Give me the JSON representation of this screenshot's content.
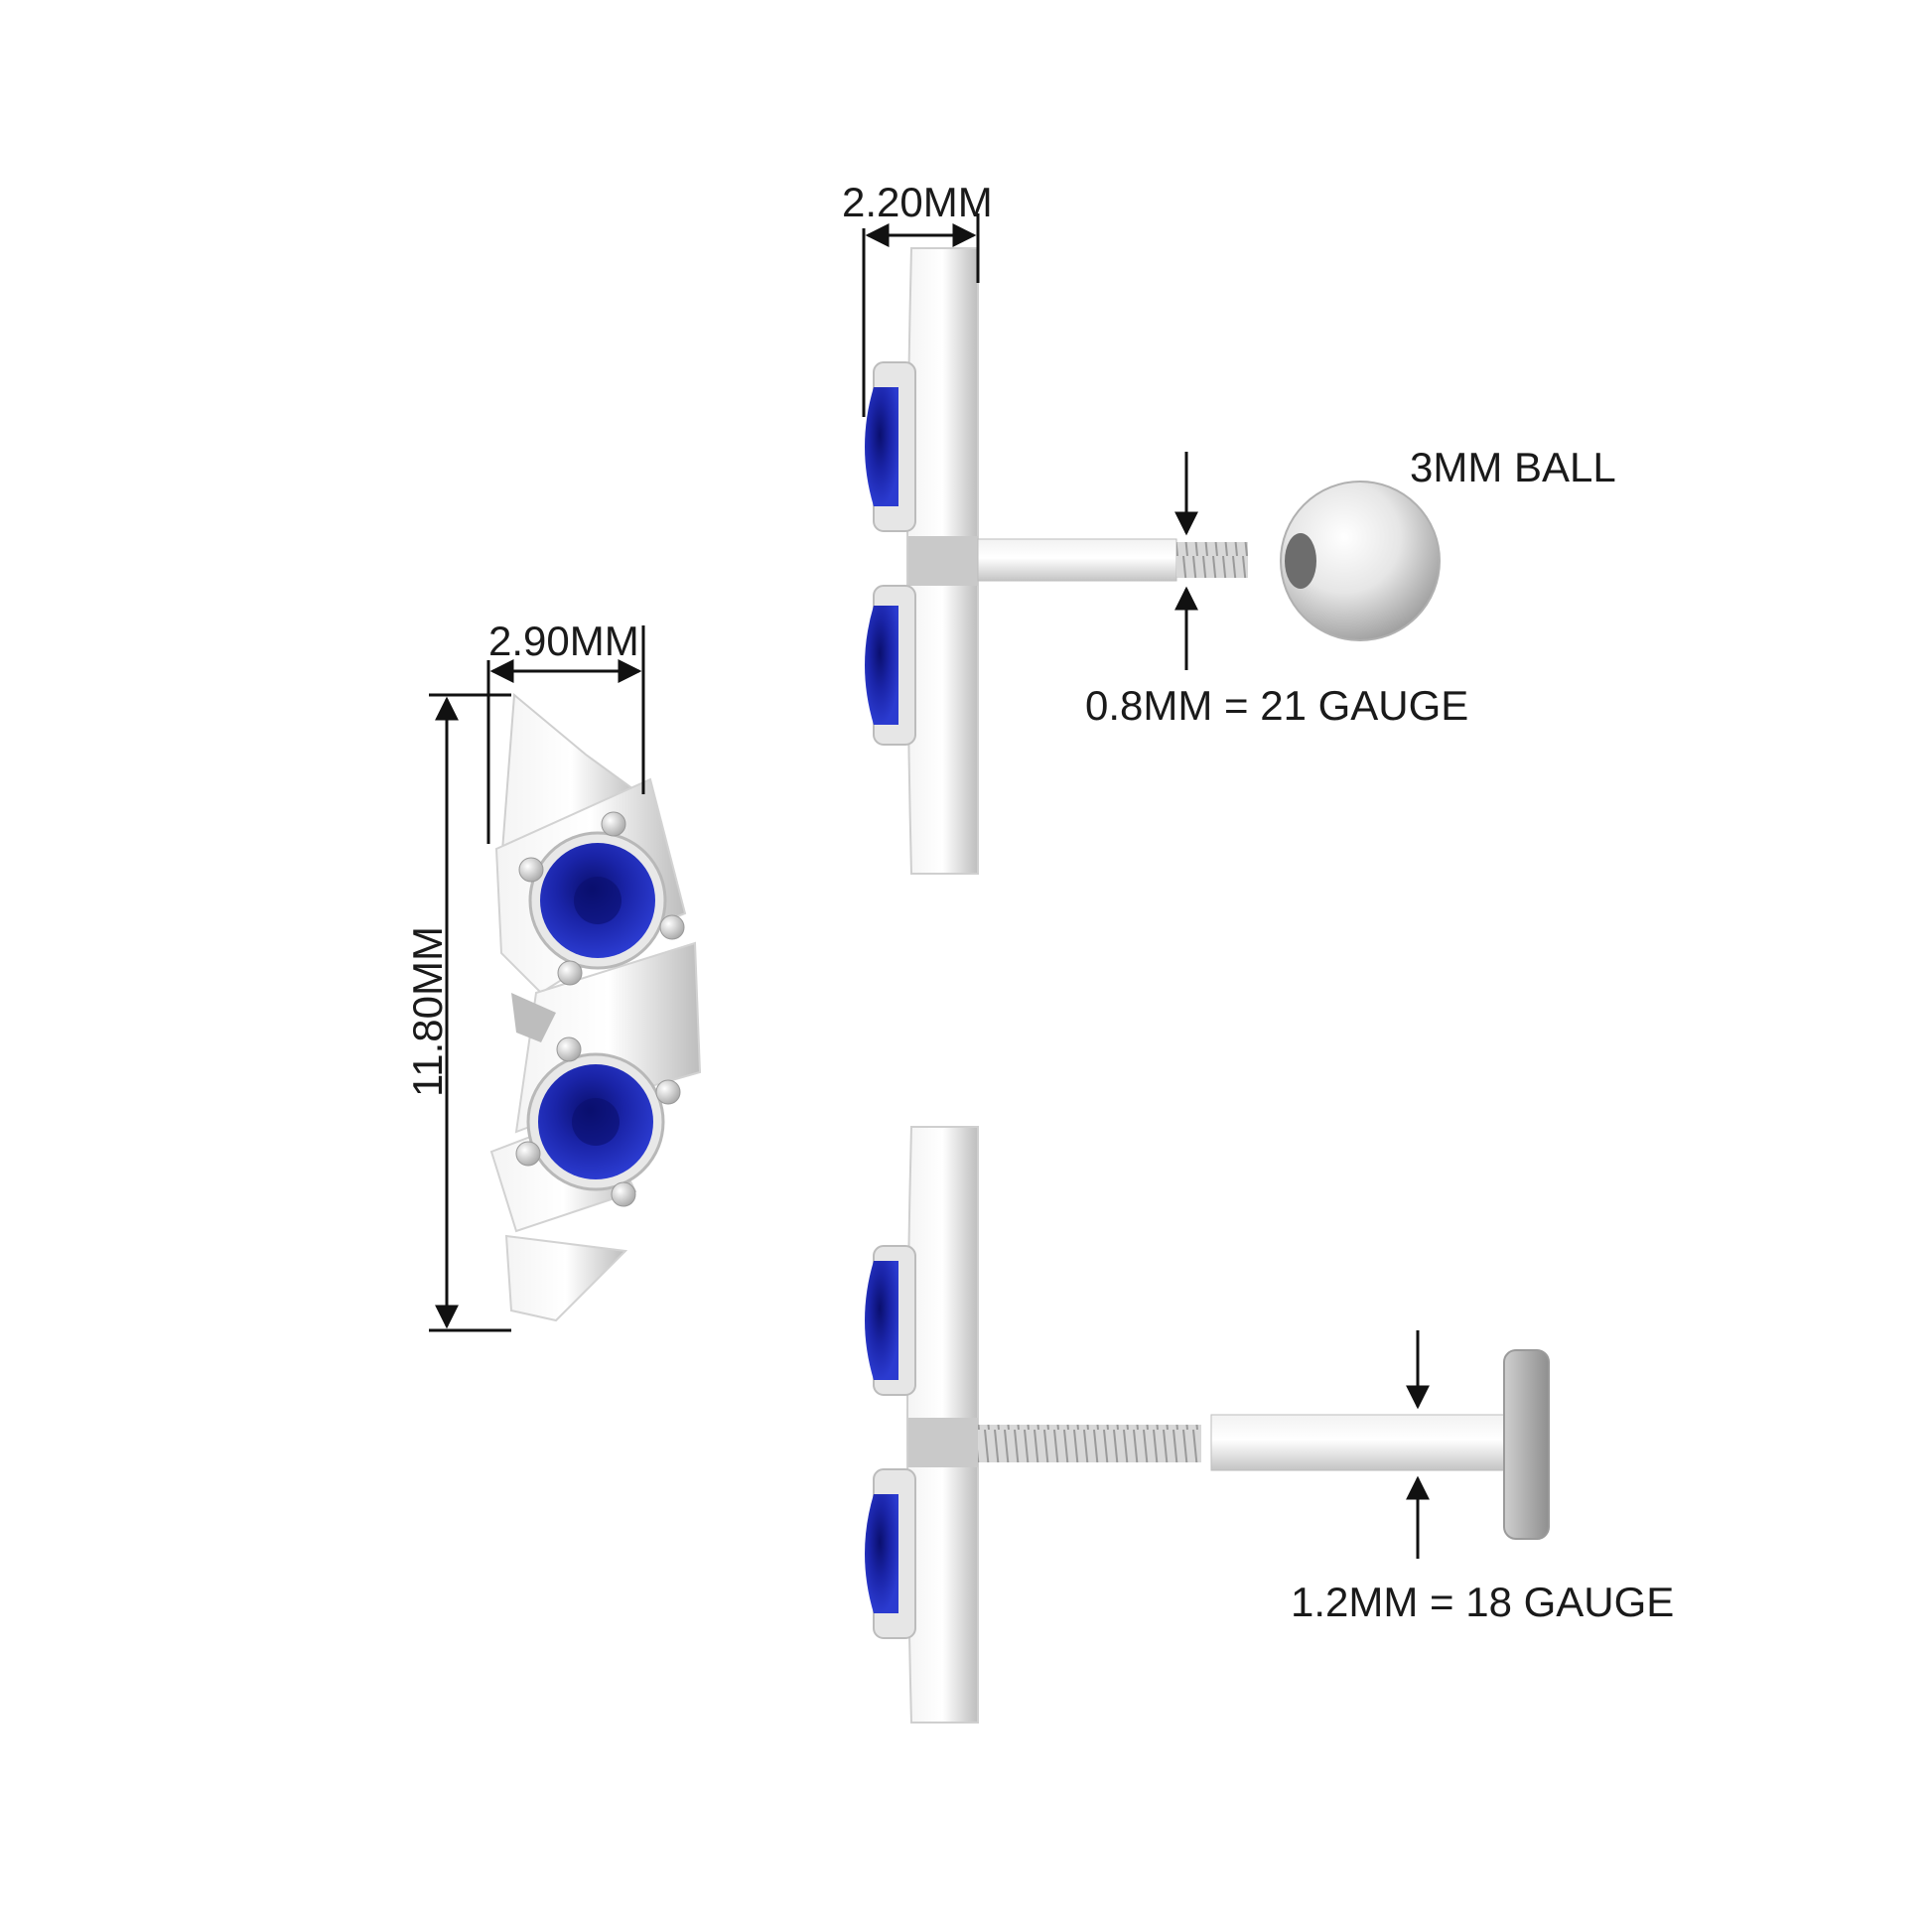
{
  "labels": {
    "front_width": "2.90MM",
    "front_height": "11.80MM",
    "side_width": "2.20MM",
    "ball_size": "3MM BALL",
    "ball_gauge": "0.8MM = 21 GAUGE",
    "flat_gauge": "1.2MM = 18 GAUGE"
  },
  "colors": {
    "sapphire": "#1a24a8",
    "metal": "#dcdcdc",
    "line": "#111111"
  }
}
